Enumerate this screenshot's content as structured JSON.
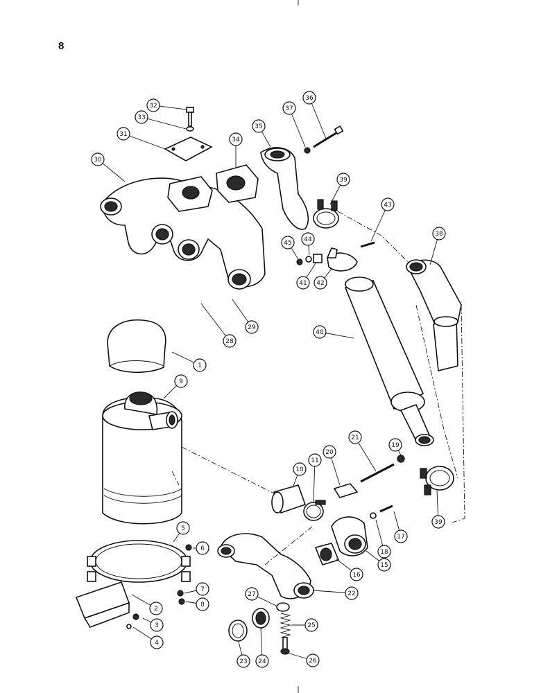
{
  "page": {
    "number": "8"
  },
  "callouts": [
    {
      "id": "1",
      "label": "1"
    },
    {
      "id": "2",
      "label": "2"
    },
    {
      "id": "3",
      "label": "3"
    },
    {
      "id": "4",
      "label": "4"
    },
    {
      "id": "5",
      "label": "5"
    },
    {
      "id": "6",
      "label": "6"
    },
    {
      "id": "7",
      "label": "7"
    },
    {
      "id": "8",
      "label": "8"
    },
    {
      "id": "9",
      "label": "9"
    },
    {
      "id": "10",
      "label": "10"
    },
    {
      "id": "11",
      "label": "11"
    },
    {
      "id": "15",
      "label": "15"
    },
    {
      "id": "16",
      "label": "16"
    },
    {
      "id": "17",
      "label": "17"
    },
    {
      "id": "18",
      "label": "18"
    },
    {
      "id": "19",
      "label": "19"
    },
    {
      "id": "20",
      "label": "20"
    },
    {
      "id": "21",
      "label": "21"
    },
    {
      "id": "22",
      "label": "22"
    },
    {
      "id": "23",
      "label": "23"
    },
    {
      "id": "24",
      "label": "24"
    },
    {
      "id": "25",
      "label": "25"
    },
    {
      "id": "26",
      "label": "26"
    },
    {
      "id": "27",
      "label": "27"
    },
    {
      "id": "28",
      "label": "28"
    },
    {
      "id": "29",
      "label": "29"
    },
    {
      "id": "30",
      "label": "30"
    },
    {
      "id": "31",
      "label": "31"
    },
    {
      "id": "32",
      "label": "32"
    },
    {
      "id": "33",
      "label": "33"
    },
    {
      "id": "34",
      "label": "34"
    },
    {
      "id": "35",
      "label": "35"
    },
    {
      "id": "36",
      "label": "36"
    },
    {
      "id": "37",
      "label": "37"
    },
    {
      "id": "38",
      "label": "38"
    },
    {
      "id": "39a",
      "label": "39"
    },
    {
      "id": "39b",
      "label": "39"
    },
    {
      "id": "40",
      "label": "40"
    },
    {
      "id": "41",
      "label": "41"
    },
    {
      "id": "42",
      "label": "42"
    },
    {
      "id": "43",
      "label": "43"
    },
    {
      "id": "44",
      "label": "44"
    },
    {
      "id": "45",
      "label": "45"
    }
  ]
}
